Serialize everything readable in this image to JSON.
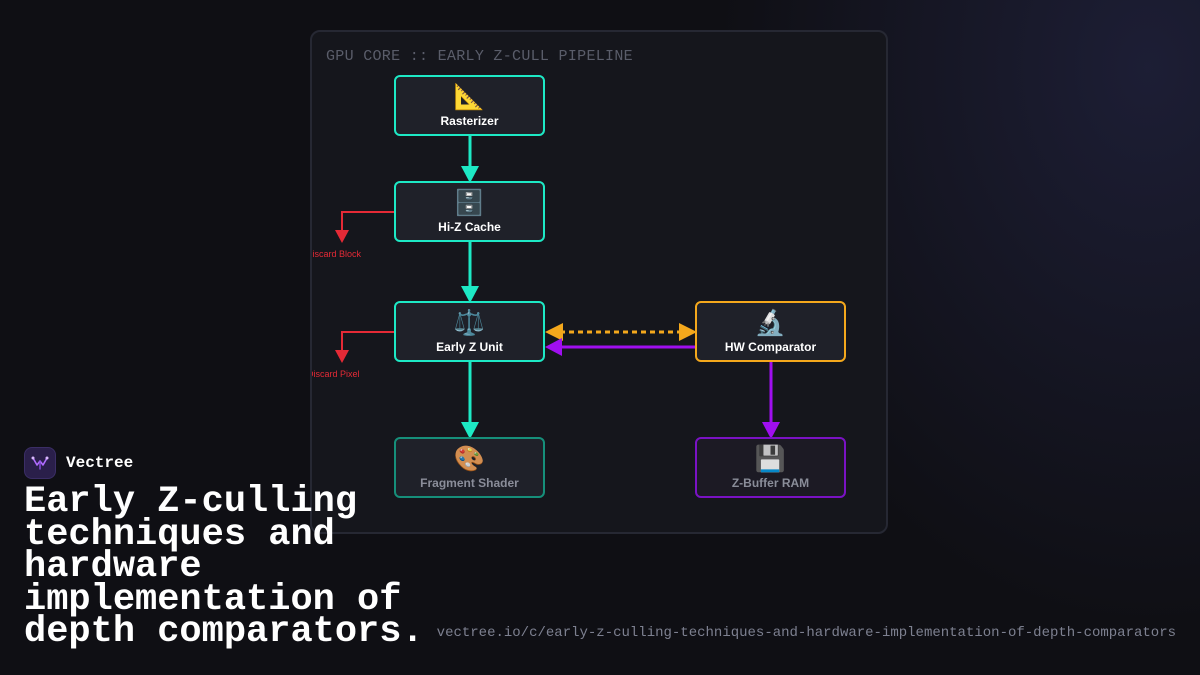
{
  "brand": {
    "name": "Vectree"
  },
  "headline": "Early Z-culling techniques and hardware implementation of depth comparators.",
  "url": "vectree.io/c/early-z-culling-techniques-and-hardware-implementation-of-depth-comparators",
  "diagram": {
    "title": "GPU CORE :: EARLY Z-CULL PIPELINE",
    "nodes": {
      "rasterizer": {
        "label": "Rasterizer",
        "icon": "📐"
      },
      "hiz_cache": {
        "label": "Hi-Z Cache",
        "icon": "🗄️"
      },
      "early_z": {
        "label": "Early Z Unit",
        "icon": "⚖️"
      },
      "fragment_shader": {
        "label": "Fragment Shader",
        "icon": "🎨"
      },
      "hw_comparator": {
        "label": "HW Comparator",
        "icon": "🔬"
      },
      "zbuffer_ram": {
        "label": "Z-Buffer RAM",
        "icon": "💾"
      }
    },
    "discards": {
      "block": "Discard Block",
      "pixel": "Discard Pixel"
    },
    "colors": {
      "main_flow": "#1de9c5",
      "comparator": "#f4a81c",
      "memory": "#a00ff0",
      "discard": "#e52a36"
    }
  }
}
